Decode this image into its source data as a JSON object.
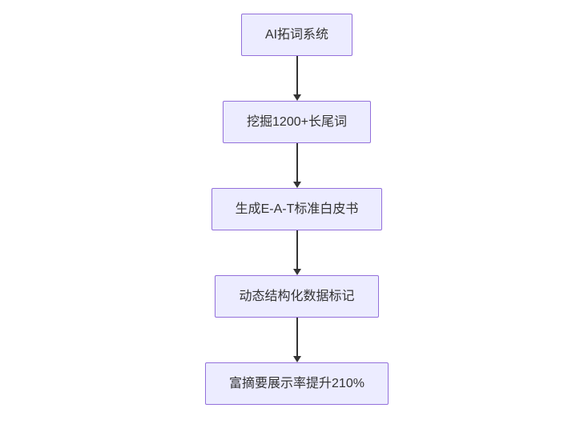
{
  "diagram": {
    "type": "flowchart",
    "direction": "top-down",
    "nodes": [
      {
        "id": "node-1",
        "label": "AI拓词系统"
      },
      {
        "id": "node-2",
        "label": "挖掘1200+长尾词"
      },
      {
        "id": "node-3",
        "label": "生成E-A-T标准白皮书"
      },
      {
        "id": "node-4",
        "label": "动态结构化数据标记"
      },
      {
        "id": "node-5",
        "label": "富摘要展示率提升210%"
      }
    ],
    "edges": [
      {
        "from": "node-1",
        "to": "node-2",
        "style": "arrow-down"
      },
      {
        "from": "node-2",
        "to": "node-3",
        "style": "arrow-down"
      },
      {
        "from": "node-3",
        "to": "node-4",
        "style": "arrow-down"
      },
      {
        "from": "node-4",
        "to": "node-5",
        "style": "arrow-down"
      }
    ]
  },
  "colors": {
    "node-fill": "#ECECFF",
    "node-border": "#9370DB",
    "node-text": "#333333",
    "arrow": "#333333",
    "background": "#FFFFFF"
  }
}
